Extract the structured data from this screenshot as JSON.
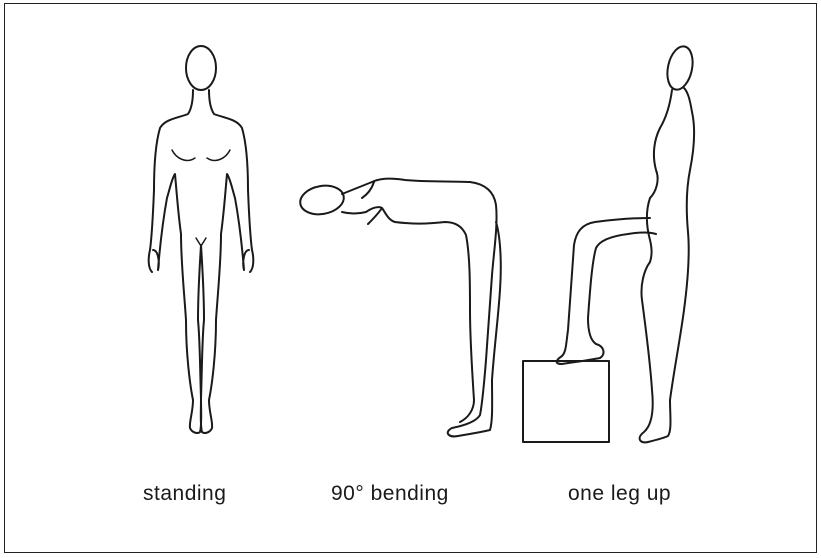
{
  "figure": {
    "postures": [
      {
        "id": "standing",
        "label": "standing"
      },
      {
        "id": "bending",
        "label": "90° bending"
      },
      {
        "id": "one-leg-up",
        "label": "one leg up"
      }
    ]
  },
  "colors": {
    "line": "#1a1a1a",
    "background": "#ffffff"
  }
}
